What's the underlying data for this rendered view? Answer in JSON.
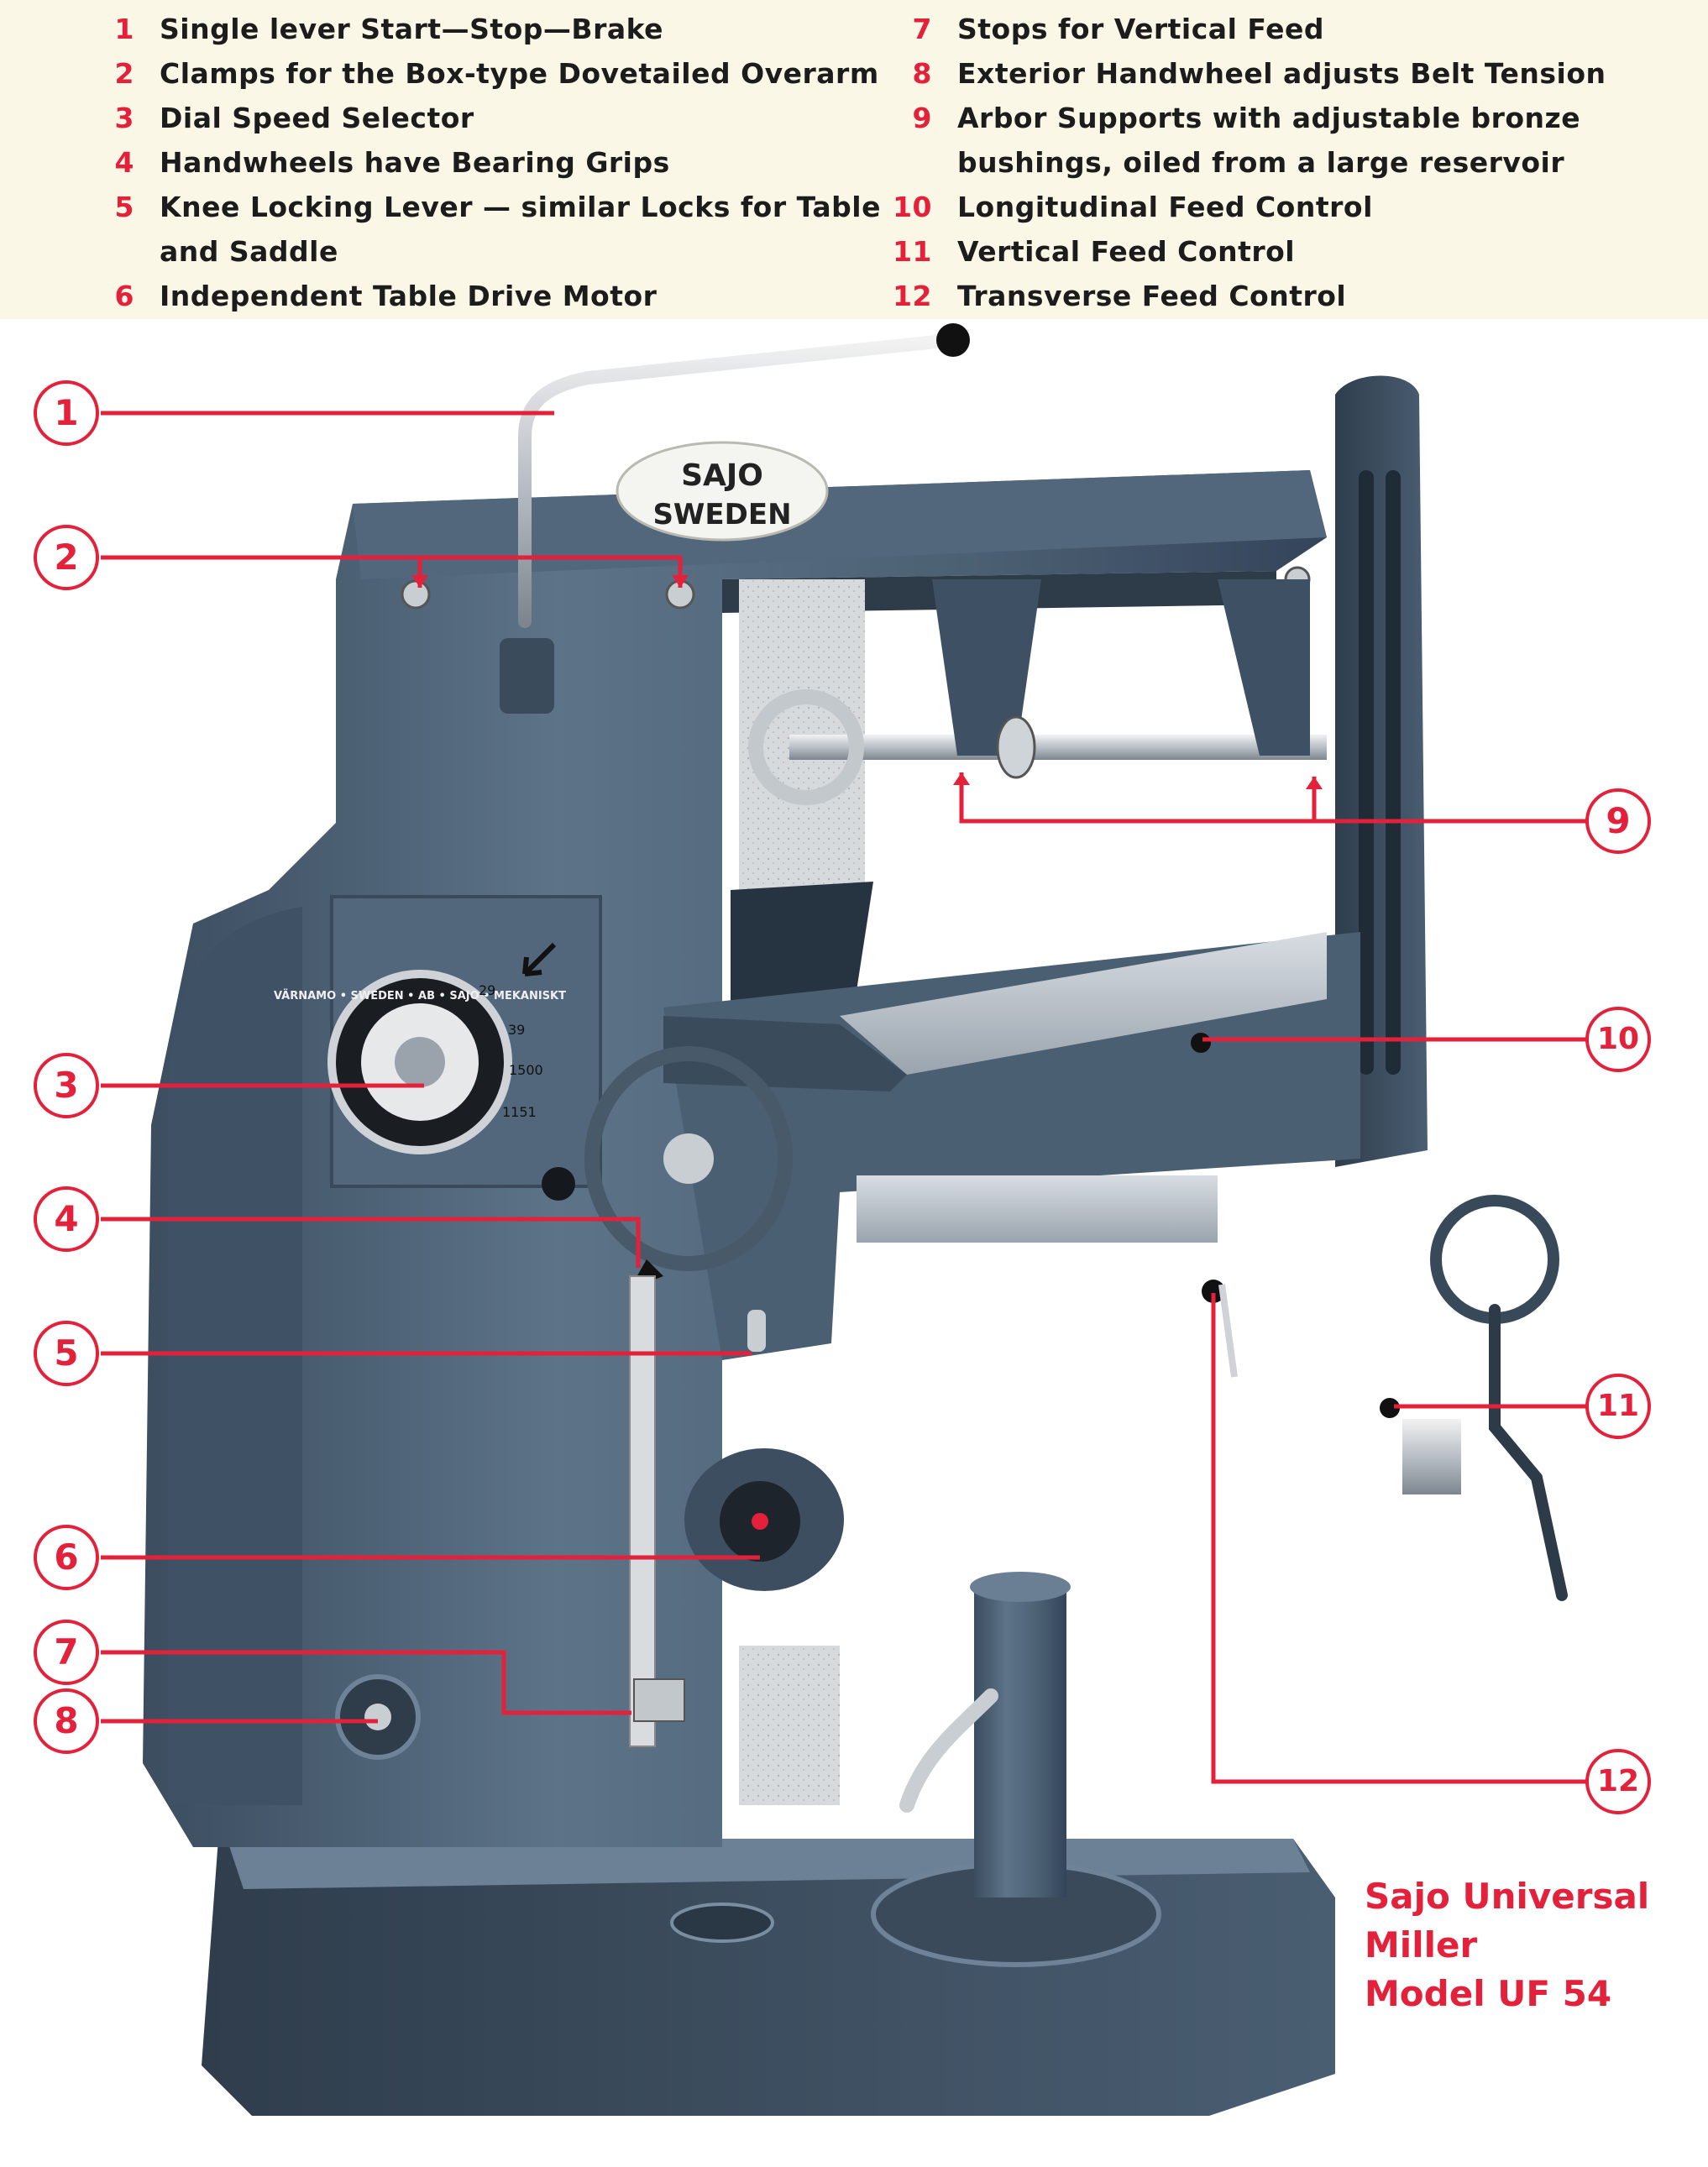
{
  "legend": {
    "items": [
      {
        "num": "1",
        "text": "Single lever Start—Stop—Brake"
      },
      {
        "num": "2",
        "text": "Clamps for the Box-type Dovetailed Overarm"
      },
      {
        "num": "3",
        "text": "Dial Speed Selector"
      },
      {
        "num": "4",
        "text": "Handwheels have Bearing Grips"
      },
      {
        "num": "5",
        "text": "Knee Locking Lever — similar Locks for Table and Saddle"
      },
      {
        "num": "6",
        "text": "Independent Table Drive Motor"
      },
      {
        "num": "7",
        "text": "Stops for Vertical Feed"
      },
      {
        "num": "8",
        "text": "Exterior Handwheel adjusts Belt Tension"
      },
      {
        "num": "9",
        "text": "Arbor Supports with adjustable bronze bushings, oiled from a large reservoir"
      },
      {
        "num": "10",
        "text": "Longitudinal Feed Control"
      },
      {
        "num": "11",
        "text": "Vertical Feed Control"
      },
      {
        "num": "12",
        "text": "Transverse Feed Control"
      }
    ]
  },
  "badge": {
    "line1": "SAJO",
    "line2": "SWEDEN"
  },
  "dial": {
    "ring_text": "VÄRNAMO • SWEDEN • AB • SAJO • MEKANISKT",
    "speeds": [
      "29",
      "39",
      "1500",
      "1151"
    ]
  },
  "callouts": [
    "1",
    "2",
    "3",
    "4",
    "5",
    "6",
    "7",
    "8",
    "9",
    "10",
    "11",
    "12"
  ],
  "caption": {
    "line1": "Sajo Universal",
    "line2": "Miller",
    "line3": "Model UF 54"
  },
  "colors": {
    "accent_red": "#e3213b",
    "machine_blue": "#4f6478",
    "legend_bg": "#fbf7e6"
  }
}
